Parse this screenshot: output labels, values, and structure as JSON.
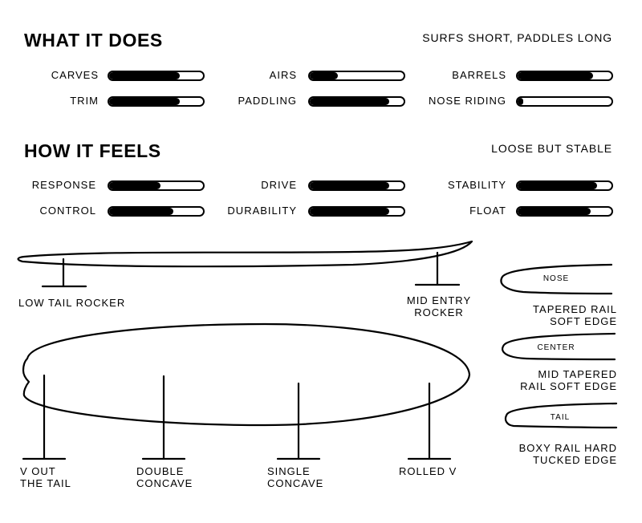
{
  "sections": {
    "does": {
      "title": "WHAT IT DOES",
      "tagline": "SURFS SHORT, PADDLES LONG",
      "ratings": [
        {
          "label": "CARVES",
          "value": 0.75
        },
        {
          "label": "AIRS",
          "value": 0.3
        },
        {
          "label": "BARRELS",
          "value": 0.8
        },
        {
          "label": "TRIM",
          "value": 0.75
        },
        {
          "label": "PADDLING",
          "value": 0.85
        },
        {
          "label": "NOSE RIDING",
          "value": 0.06
        }
      ]
    },
    "feels": {
      "title": "HOW IT FEELS",
      "tagline": "LOOSE BUT STABLE",
      "ratings": [
        {
          "label": "RESPONSE",
          "value": 0.55
        },
        {
          "label": "DRIVE",
          "value": 0.85
        },
        {
          "label": "STABILITY",
          "value": 0.85
        },
        {
          "label": "CONTROL",
          "value": 0.68
        },
        {
          "label": "DURABILITY",
          "value": 0.85
        },
        {
          "label": "FLOAT",
          "value": 0.78
        }
      ]
    }
  },
  "rocker": {
    "tail": "LOW TAIL ROCKER",
    "entry_line1": "MID ENTRY",
    "entry_line2": "ROCKER"
  },
  "bottom": {
    "v_out_line1": "V OUT",
    "v_out_line2": "THE TAIL",
    "double_line1": "DOUBLE",
    "double_line2": "CONCAVE",
    "single_line1": "SINGLE",
    "single_line2": "CONCAVE",
    "rolled": "ROLLED V"
  },
  "rails": [
    {
      "label": "NOSE",
      "line1": "TAPERED RAIL",
      "line2": "SOFT EDGE"
    },
    {
      "label": "CENTER",
      "line1": "MID TAPERED",
      "line2": "RAIL SOFT EDGE"
    },
    {
      "label": "TAIL",
      "line1": "BOXY RAIL HARD",
      "line2": "TUCKED EDGE"
    }
  ]
}
